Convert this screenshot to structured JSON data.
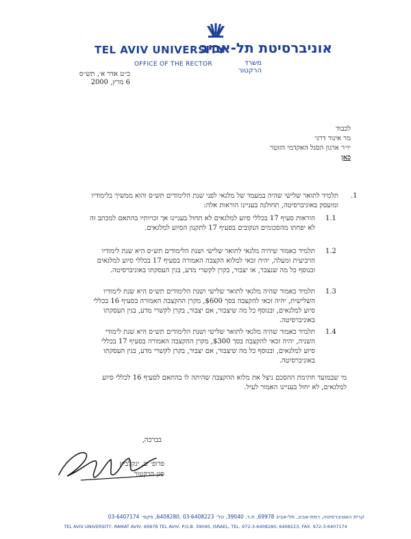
{
  "letterhead": {
    "name_en": "TEL AVIV UNIVERSITY",
    "name_he": "אוניברסיטת תל-אביב",
    "office_en": "OFFICE OF THE RECTOR",
    "office_he": "משרד הרקטור",
    "brand_color": "#1d3f9a"
  },
  "date": {
    "hebrew": "כ״ט אדר א׳, תש״ס",
    "gregorian": "6 מרץ, 2000"
  },
  "recipient": {
    "salutation": "לכבוד",
    "name": "מר אינור דרגי",
    "position": "יו״ר ארגון הסגל האקדמי הזוטר",
    "location": "כאן"
  },
  "body": {
    "items": [
      {
        "num": ".1",
        "text": "תלמיד לתואר שלישי שהיה במעמד של מלגאי לפני שנת הלימודים תש״ס והוא ממשיך בלימודיו ומועסק באוניברסיטה, תחולנה בעניינו הוראות אלה:"
      },
      {
        "num": "1.1",
        "text": "הוראות סעיף 17 בכללי סיוע למלגאים לא תחול בעניינו אך זכויותיו בהתאם למכתב זה לא יפחתו מהסכומים הנקובים בסעיף 17 לתקנון הסיוע למלגאים."
      },
      {
        "num": "1.2",
        "text": "תלמיד כאמור שיהיה מלגאי לתואר שלישי ושנת הלימודים תש״ס היא שנת לימודיו הרביעית ומעלה, יהיה זכאי למלוא הקצבה האמורה בסעיף 17 בכללי סיוע למלגאים ובנוסף כל מה שנצבר, או יצבור, בקרן לקשרי מדע, בגין העסקתו באוניברסיטה."
      },
      {
        "num": "1.3",
        "text": "תלמיד כאמור שהיה מלגאי לתואר שלישי ושנת הלימודים תש״ס היא שנת לימודיו השלישית, יהיה זכאי להקצבה בסך $600, מקרן ההקצבה האמורה בסעיף 16 בכללי סיוע למלגאים, ובנוסף כל מה שיצבור, אם יצבור, בקרן לקשרי מדע, בגין העסקתו באוניברסיטה."
      },
      {
        "num": "1.4",
        "text": "תלמיד כאמור שהיה מלגאי לתואר שלישי ושנת הלימודים תש״ס היא שנת לימודי השניה, יהיה זכאי להקצבה בסך $300, מקרן ההקצבה האמורה בסעיף 17 בכללי סיוע למלגאים, ובנוסף כל מה שיצבור, אם יצבור, בקרן לקשרי מדע, בגין העסקתו באוניברסיטה."
      }
    ],
    "closing_note": "מי שבמועד חתימת ההסכם ניצל את מלוא ההקצבה שהיתה לו בהתאם לסעיף 16 לכללי סיוע למלגאים, לא יחול בעניינו האמור לעיל."
  },
  "signature": {
    "closing": "בברכה,",
    "name": "פרופ׳ ש. ינקלביץ",
    "title": "סגן הרקטור"
  },
  "footer": {
    "hebrew": "קרית האוניברסיטה, רמת-אביב, תל-אביב 69978, ת.ד. 39040, טל׳ 03-6408223 ,6408280, פקס׳ 03-6407174",
    "english": "TEL AVIV UNIVERSITY, RAMAT AVIV, 69978 TEL AVIV, P.O.B. 39040, ISRAEL, TEL. 972-3-6408280, 6408223, FAX. 972-3-6407174"
  }
}
